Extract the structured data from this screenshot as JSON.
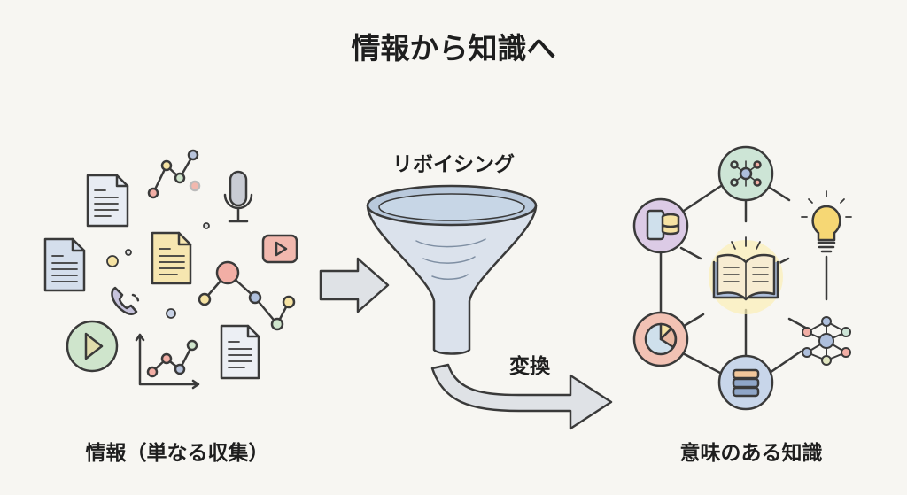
{
  "title": "情報から知識へ",
  "funnel_label": "リボイシング",
  "transform_label": "変換",
  "left_caption": "情報（単なる収集）",
  "right_caption": "意味のある知識",
  "colors": {
    "background": "#f7f6f2",
    "stroke": "#3a3a3a",
    "yellow": "#f5e3a3",
    "red": "#f0a9a0",
    "blue": "#aebfdc",
    "green": "#c9e2cf",
    "purple": "#dccbe6",
    "funnel": "#d6dde8"
  }
}
